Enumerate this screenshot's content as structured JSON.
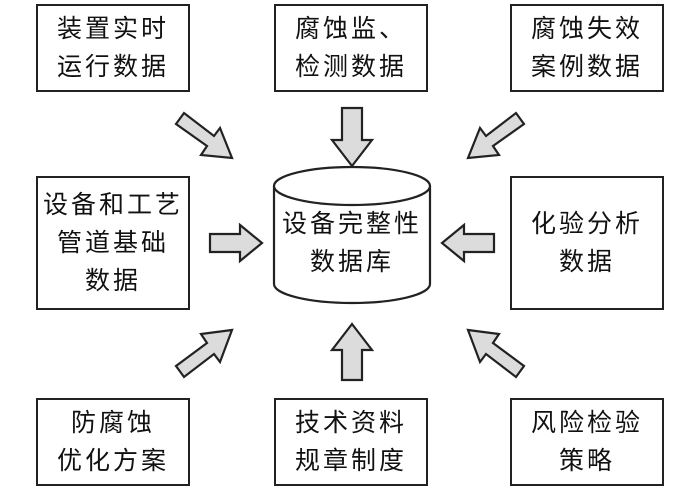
{
  "boxes": {
    "top_left": {
      "line1": "装置实时",
      "line2": "运行数据"
    },
    "top_center": {
      "line1": "腐蚀监、",
      "line2": "检测数据"
    },
    "top_right": {
      "line1": "腐蚀失效",
      "line2": "案例数据"
    },
    "mid_left": {
      "line1": "设备和工艺",
      "line2": "管道基础",
      "line3": "数据"
    },
    "mid_right": {
      "line1": "化验分析",
      "line2": "数据"
    },
    "bottom_left": {
      "line1": "防腐蚀",
      "line2": "优化方案"
    },
    "bottom_center": {
      "line1": "技术资料",
      "line2": "规章制度"
    },
    "bottom_right": {
      "line1": "风险检验",
      "line2": "策略"
    }
  },
  "database": {
    "line1": "设备完整性",
    "line2": "数据库"
  }
}
